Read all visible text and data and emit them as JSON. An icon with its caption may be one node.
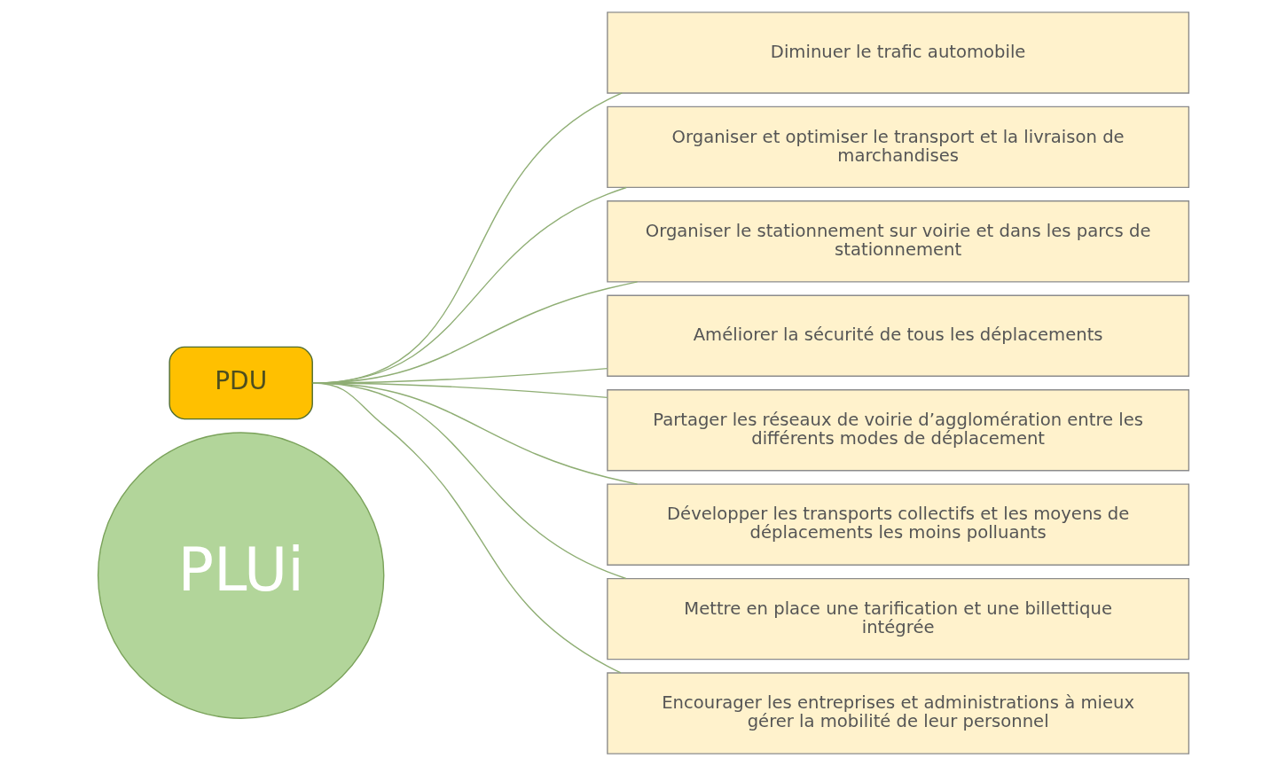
{
  "diagram": {
    "nodes": [
      {
        "text": [
          "PLUi"
        ]
      },
      {
        "text": [
          "PDU"
        ]
      },
      {
        "text": [
          "Diminuer le trafic automobile"
        ]
      },
      {
        "text": [
          "Organiser et optimiser le transport et la livraison de marchandises"
        ]
      },
      {
        "text": [
          "Organiser le stationnement sur voirie et dans les parcs de stationnement"
        ]
      },
      {
        "text": [
          "Améliorer la sécurité de tous les déplacements"
        ]
      },
      {
        "text": [
          "Partager les réseaux de voirie d’agglomération entre les différents modes de déplacement"
        ]
      },
      {
        "text": [
          "Développer les transports collectifs et les moyens de déplacements les moins polluants"
        ]
      },
      {
        "text": [
          "Mettre en place une tarification et une billettique intégrée"
        ]
      },
      {
        "text": [
          "Encourager les entreprises et administrations à mieux gérer la mobilité de leur personnel"
        ]
      }
    ],
    "edges": [
      {
        "from": 1,
        "to": 2,
        "arrow": "none"
      },
      {
        "from": 1,
        "to": 3,
        "arrow": "none"
      },
      {
        "from": 1,
        "to": 4,
        "arrow": "none"
      },
      {
        "from": 1,
        "to": 5,
        "arrow": "none"
      },
      {
        "from": 1,
        "to": 6,
        "arrow": "none"
      },
      {
        "from": 1,
        "to": 7,
        "arrow": "none"
      },
      {
        "from": 1,
        "to": 8,
        "arrow": "none"
      },
      {
        "from": 1,
        "to": 9,
        "arrow": "none"
      }
    ]
  }
}
